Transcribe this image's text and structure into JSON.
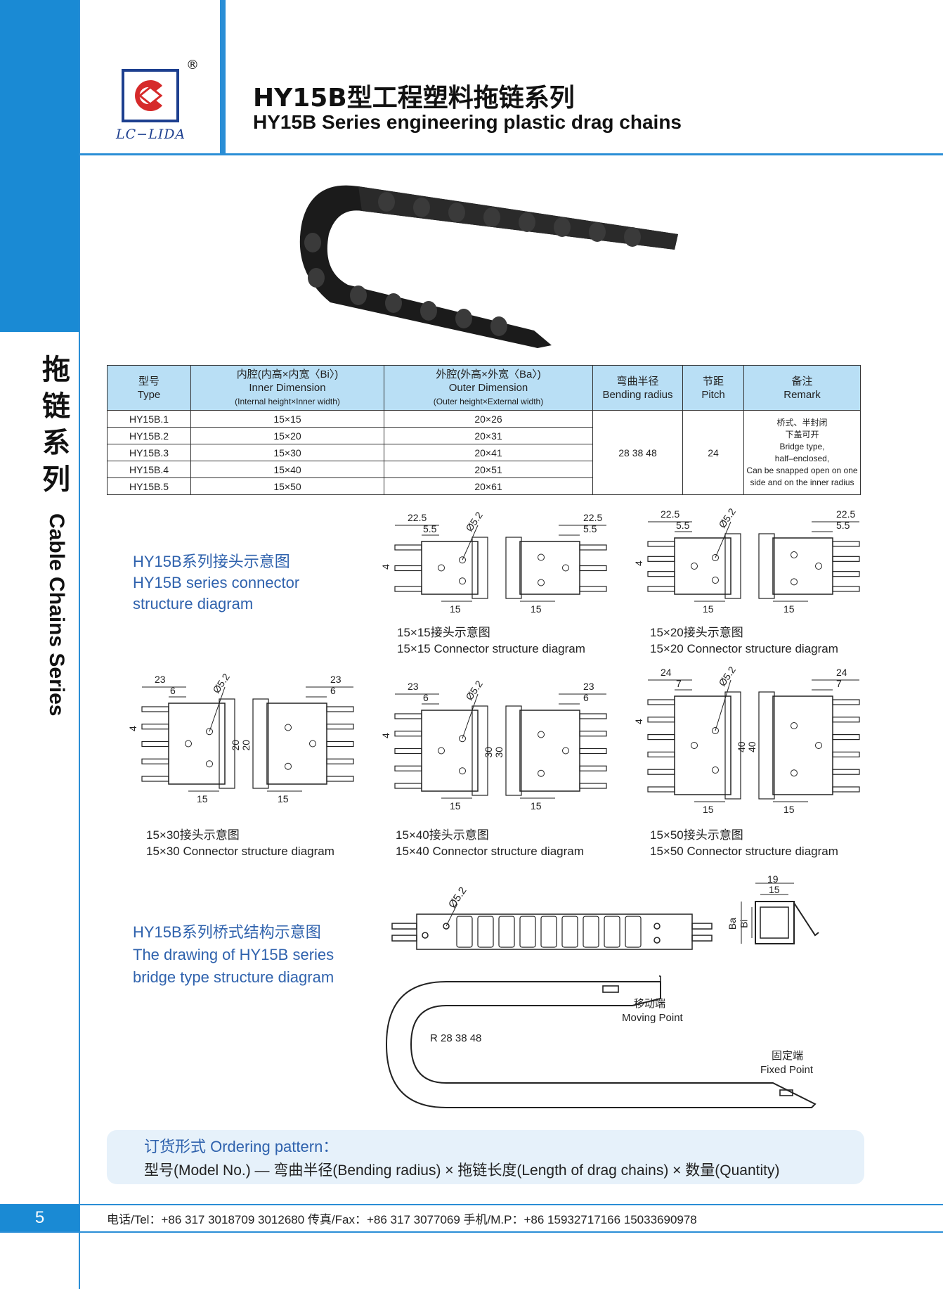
{
  "page_number": "5",
  "logo": {
    "reg": "®",
    "text": "LC−LIDA"
  },
  "title": {
    "cn": "HY15B型工程塑料拖链系列",
    "en": "HY15B Series engineering plastic drag chains"
  },
  "sidebar": {
    "cn": [
      "拖",
      "链",
      "系",
      "列"
    ],
    "en": "Cable Chains Series"
  },
  "table": {
    "headers": [
      {
        "cn": "型号",
        "en": "Type",
        "sub": ""
      },
      {
        "cn": "内腔(内高×内宽〈Bi〉)",
        "en": "Inner Dimension",
        "sub": "(Internal height×Inner width)"
      },
      {
        "cn": "外腔(外高×外宽〈Ba〉)",
        "en": "Outer Dimension",
        "sub": "(Outer height×External width)"
      },
      {
        "cn": "弯曲半径",
        "en": "Bending radius",
        "sub": ""
      },
      {
        "cn": "节距",
        "en": "Pitch",
        "sub": ""
      },
      {
        "cn": "备注",
        "en": "Remark",
        "sub": ""
      }
    ],
    "rows": [
      {
        "type": "HY15B.1",
        "inner": "15×15",
        "outer": "20×26"
      },
      {
        "type": "HY15B.2",
        "inner": "15×20",
        "outer": "20×31"
      },
      {
        "type": "HY15B.3",
        "inner": "15×30",
        "outer": "20×41"
      },
      {
        "type": "HY15B.4",
        "inner": "15×40",
        "outer": "20×51"
      },
      {
        "type": "HY15B.5",
        "inner": "15×50",
        "outer": "20×61"
      }
    ],
    "bending_radius": "28 38 48",
    "pitch": "24",
    "remark": [
      "桥式、半封闭",
      "下盖可开",
      "Bridge type,",
      "half–enclosed,",
      "Can be snapped open on one",
      "side and on the inner radius"
    ]
  },
  "connector_section": {
    "cn": "HY15B系列接头示意图",
    "en1": "HY15B series connector",
    "en2": "structure diagram"
  },
  "connectors": [
    {
      "cn": "15×15接头示意图",
      "en": "15×15 Connector structure diagram",
      "inner": "",
      "top": "22.5",
      "step": "5.5",
      "hole": "Ø5.2",
      "side": "4",
      "bottom": "15"
    },
    {
      "cn": "15×20接头示意图",
      "en": "15×20 Connector structure diagram",
      "inner": "",
      "top": "22.5",
      "step": "5.5",
      "hole": "Ø5.2",
      "side": "4",
      "bottom": "15"
    },
    {
      "cn": "15×30接头示意图",
      "en": "15×30 Connector structure diagram",
      "inner": "20",
      "top": "23",
      "step": "6",
      "hole": "Ø5.2",
      "side": "4",
      "bottom": "15"
    },
    {
      "cn": "15×40接头示意图",
      "en": "15×40 Connector structure diagram",
      "inner": "30",
      "top": "23",
      "step": "6",
      "hole": "Ø5.2",
      "side": "4",
      "bottom": "15"
    },
    {
      "cn": "15×50接头示意图",
      "en": "15×50 Connector structure diagram",
      "inner": "40",
      "top": "24",
      "step": "7",
      "hole": "Ø5.2",
      "side": "4",
      "bottom": "15"
    }
  ],
  "bridge_section": {
    "cn": "HY15B系列桥式结构示意图",
    "en1": "The drawing of HY15B series",
    "en2": "bridge type structure diagram"
  },
  "bridge_diagram": {
    "hole": "Ø5.2",
    "width_outer": "19",
    "width_inner": "15",
    "ba": "Ba",
    "bi": "Bi",
    "radius": "R 28 38 48",
    "moving_cn": "移动端",
    "moving_en": "Moving Point",
    "fixed_cn": "固定端",
    "fixed_en": "Fixed Point"
  },
  "ordering": {
    "title": "订货形式 Ordering pattern：",
    "text": "型号(Model No.) — 弯曲半径(Bending radius) × 拖链长度(Length of drag chains) × 数量(Quantity)"
  },
  "footer": "电话/Tel：+86 317 3018709  3012680    传真/Fax：+86 317 3077069    手机/M.P：+86 15932717166  15033690978"
}
